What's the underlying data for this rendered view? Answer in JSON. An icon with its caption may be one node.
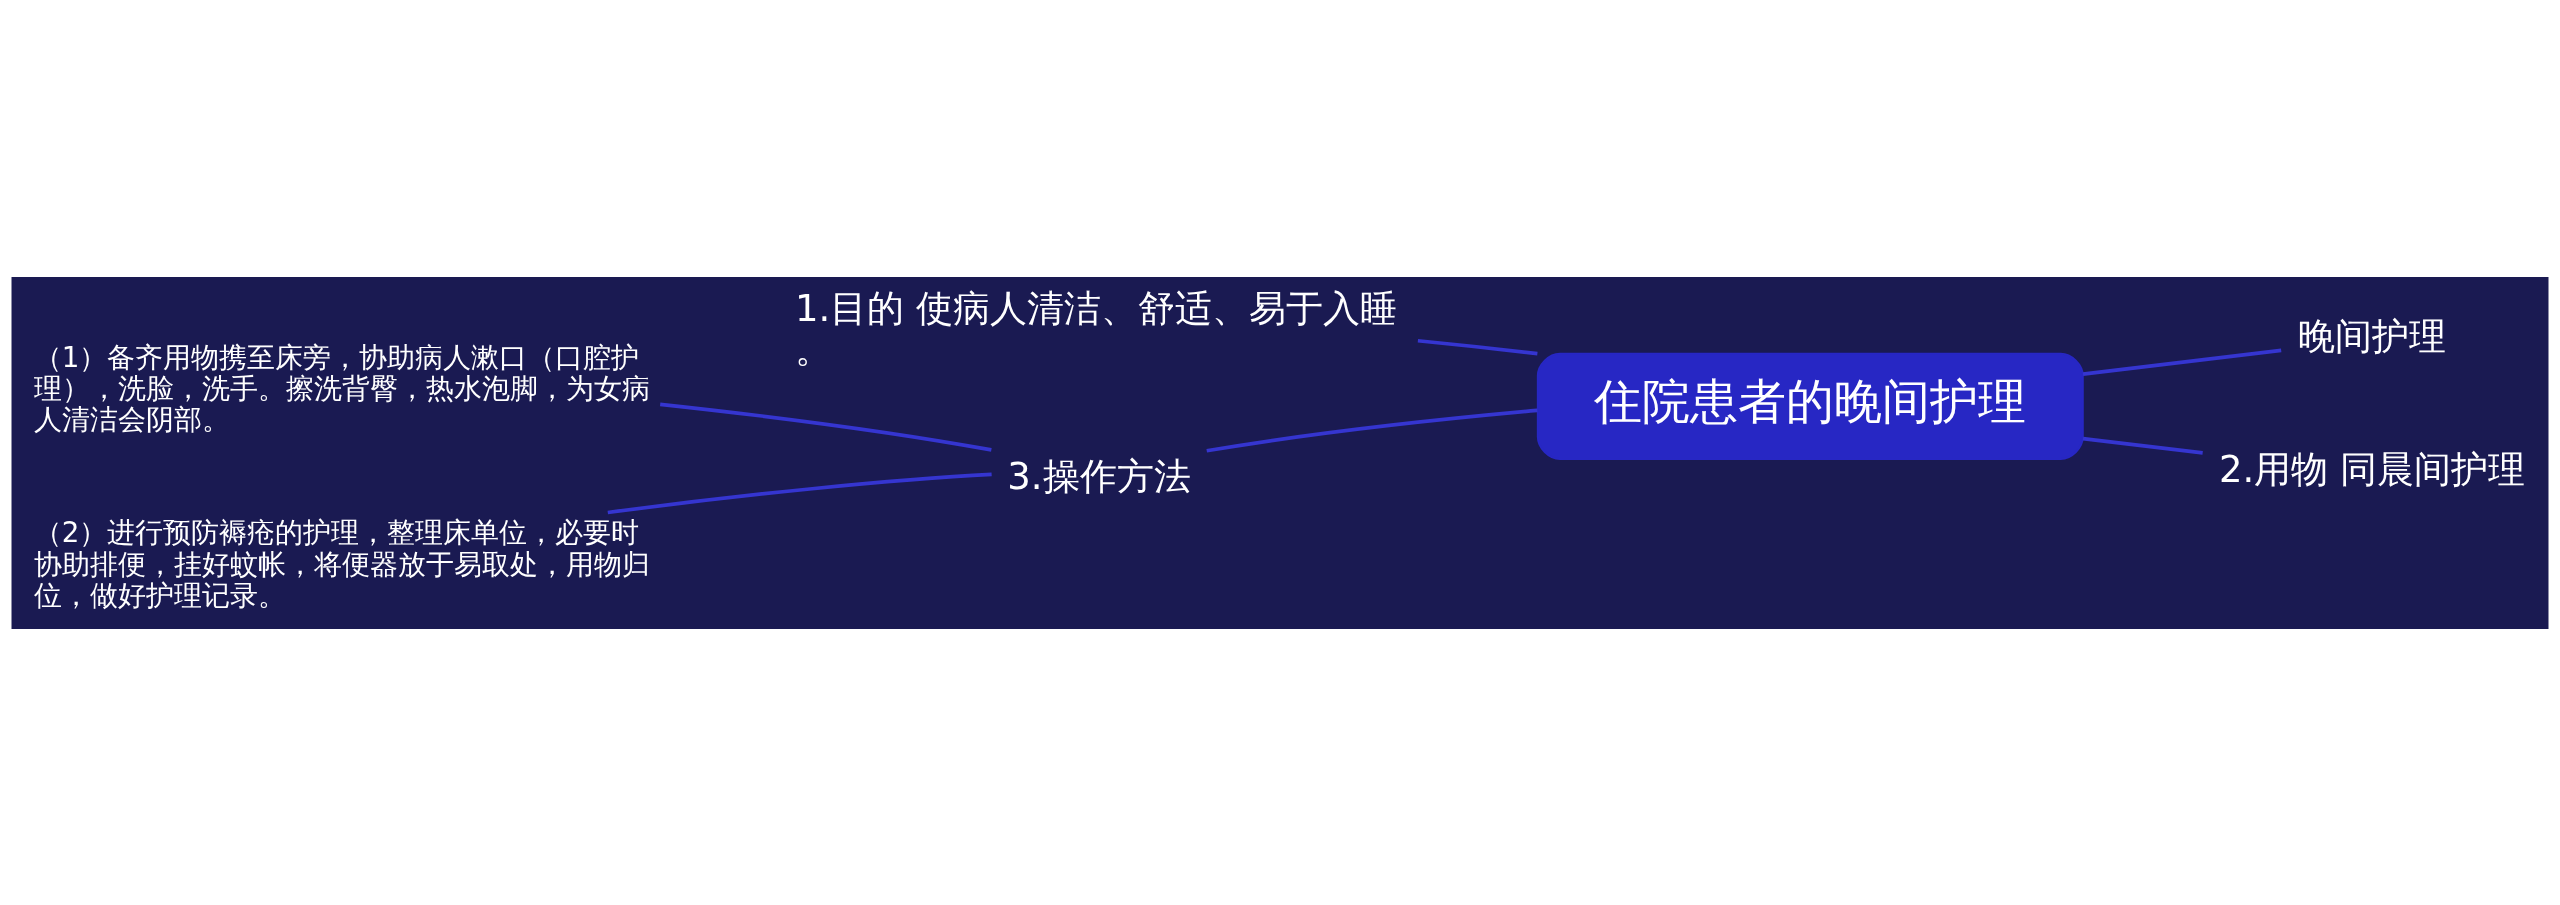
{
  "diagram": {
    "nodes": [
      {
        "text": [
          "住院患者的晚间护理"
        ]
      },
      {
        "text": [
          "1.目的 使病人清洁、舒适、易于入睡。"
        ]
      },
      {
        "text": [
          "3.操作方法"
        ]
      },
      {
        "text": [
          "（1）备齐用物携至床旁，协助病人漱口（口腔护理），洗脸，洗手。擦洗背臀，热水泡脚，为女病人清洁会阴部。"
        ]
      },
      {
        "text": [
          "（2）进行预防褥疮的护理，整理床单位，必要时协助排便，挂好蚊帐，将便器放于易取处，用物归位，做好护理记录。"
        ]
      },
      {
        "text": [
          "晚间护理"
        ]
      },
      {
        "text": [
          "2.用物 同晨间护理"
        ]
      }
    ],
    "edges": [
      {
        "from": 0,
        "to": 1,
        "arrow": "none"
      },
      {
        "from": 0,
        "to": 2,
        "arrow": "none"
      },
      {
        "from": 2,
        "to": 3,
        "arrow": "none"
      },
      {
        "from": 2,
        "to": 4,
        "arrow": "none"
      },
      {
        "from": 0,
        "to": 5,
        "arrow": "none"
      },
      {
        "from": 0,
        "to": 6,
        "arrow": "none"
      }
    ]
  }
}
